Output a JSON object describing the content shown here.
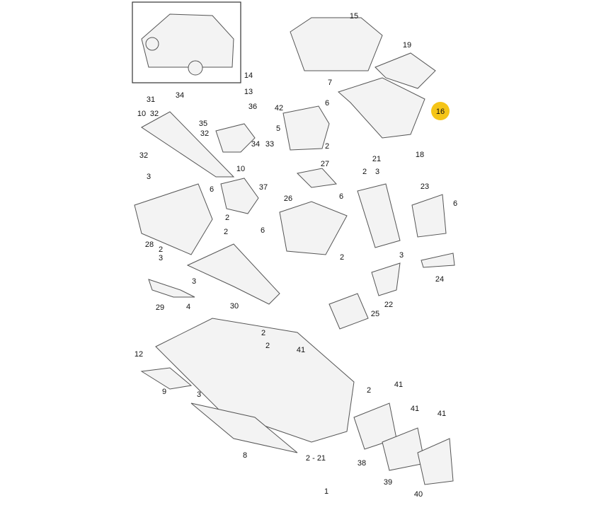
{
  "diagram": {
    "type": "exploded parts diagram - center console",
    "highlight_color": "#f5c518",
    "highlighted_label": "16",
    "labels": [
      "15",
      "19",
      "16",
      "18",
      "7",
      "6",
      "42",
      "5",
      "2",
      "14",
      "13",
      "34",
      "36",
      "31",
      "10",
      "32",
      "35",
      "32",
      "34",
      "33",
      "32",
      "10",
      "3",
      "6",
      "37",
      "27",
      "6",
      "26",
      "21",
      "2",
      "3",
      "23",
      "6",
      "2",
      "2",
      "6",
      "28",
      "2",
      "3",
      "3",
      "2",
      "24",
      "3",
      "22",
      "29",
      "30",
      "4",
      "25",
      "2",
      "2",
      "41",
      "12",
      "9",
      "2",
      "3",
      "41",
      "41",
      "41",
      "8",
      "38",
      "39",
      "2 - 21",
      "1",
      "40"
    ]
  }
}
